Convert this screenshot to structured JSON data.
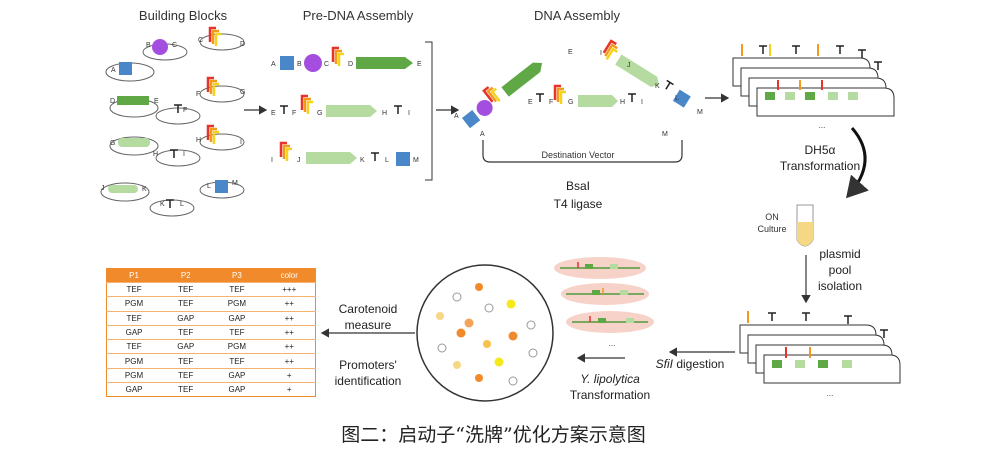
{
  "headers": {
    "building_blocks": "Building Blocks",
    "pre_dna": "Pre-DNA Assembly",
    "dna": "DNA Assembly"
  },
  "parts": {
    "A": "A",
    "B": "B",
    "C": "C",
    "D": "D",
    "E": "E",
    "F": "F",
    "G": "G",
    "H": "H",
    "I": "I",
    "J": "J",
    "K": "K",
    "L": "L",
    "M": "M"
  },
  "destination_vector": "Destination Vector",
  "enzymes": {
    "bsai": "BsaI",
    "t4": "T4 ligase"
  },
  "ellipsis": "...",
  "dh5a": {
    "line1": "DH5α",
    "line2": "Transformation"
  },
  "on_culture": {
    "line1": "ON",
    "line2": "Culture"
  },
  "plasmid_pool": {
    "line1": "plasmid",
    "line2": "pool",
    "line3": "isolation"
  },
  "sfii": {
    "italic": "SfiI",
    "rest": " digestion"
  },
  "ylipo": {
    "italic": "Y. lipolytica",
    "line2": "Transformation"
  },
  "carotenoid": {
    "line1": "Carotenoid",
    "line2": "measure"
  },
  "promoters": {
    "line1": "Promoters'",
    "line2": "identification"
  },
  "table": {
    "headers": [
      "P1",
      "P2",
      "P3",
      "color"
    ],
    "rows": [
      [
        "TEF",
        "TEF",
        "TEF",
        "+++"
      ],
      [
        "PGM",
        "TEF",
        "PGM",
        "++"
      ],
      [
        "TEF",
        "GAP",
        "GAP",
        "++"
      ],
      [
        "GAP",
        "TEF",
        "TEF",
        "++"
      ],
      [
        "TEF",
        "GAP",
        "PGM",
        "++"
      ],
      [
        "PGM",
        "TEF",
        "TEF",
        "++"
      ],
      [
        "PGM",
        "TEF",
        "GAP",
        "+"
      ],
      [
        "GAP",
        "TEF",
        "GAP",
        "+"
      ]
    ]
  },
  "caption": "图二：启动子“洗牌”优化方案示意图",
  "colors": {
    "blue": "#4a87c9",
    "purple": "#a44ee0",
    "green_dark": "#5fa845",
    "green_light": "#b5dba0",
    "red": "#e8332a",
    "orange": "#f39a1e",
    "yellow": "#f5d21b",
    "accent": "#f08a2a"
  }
}
